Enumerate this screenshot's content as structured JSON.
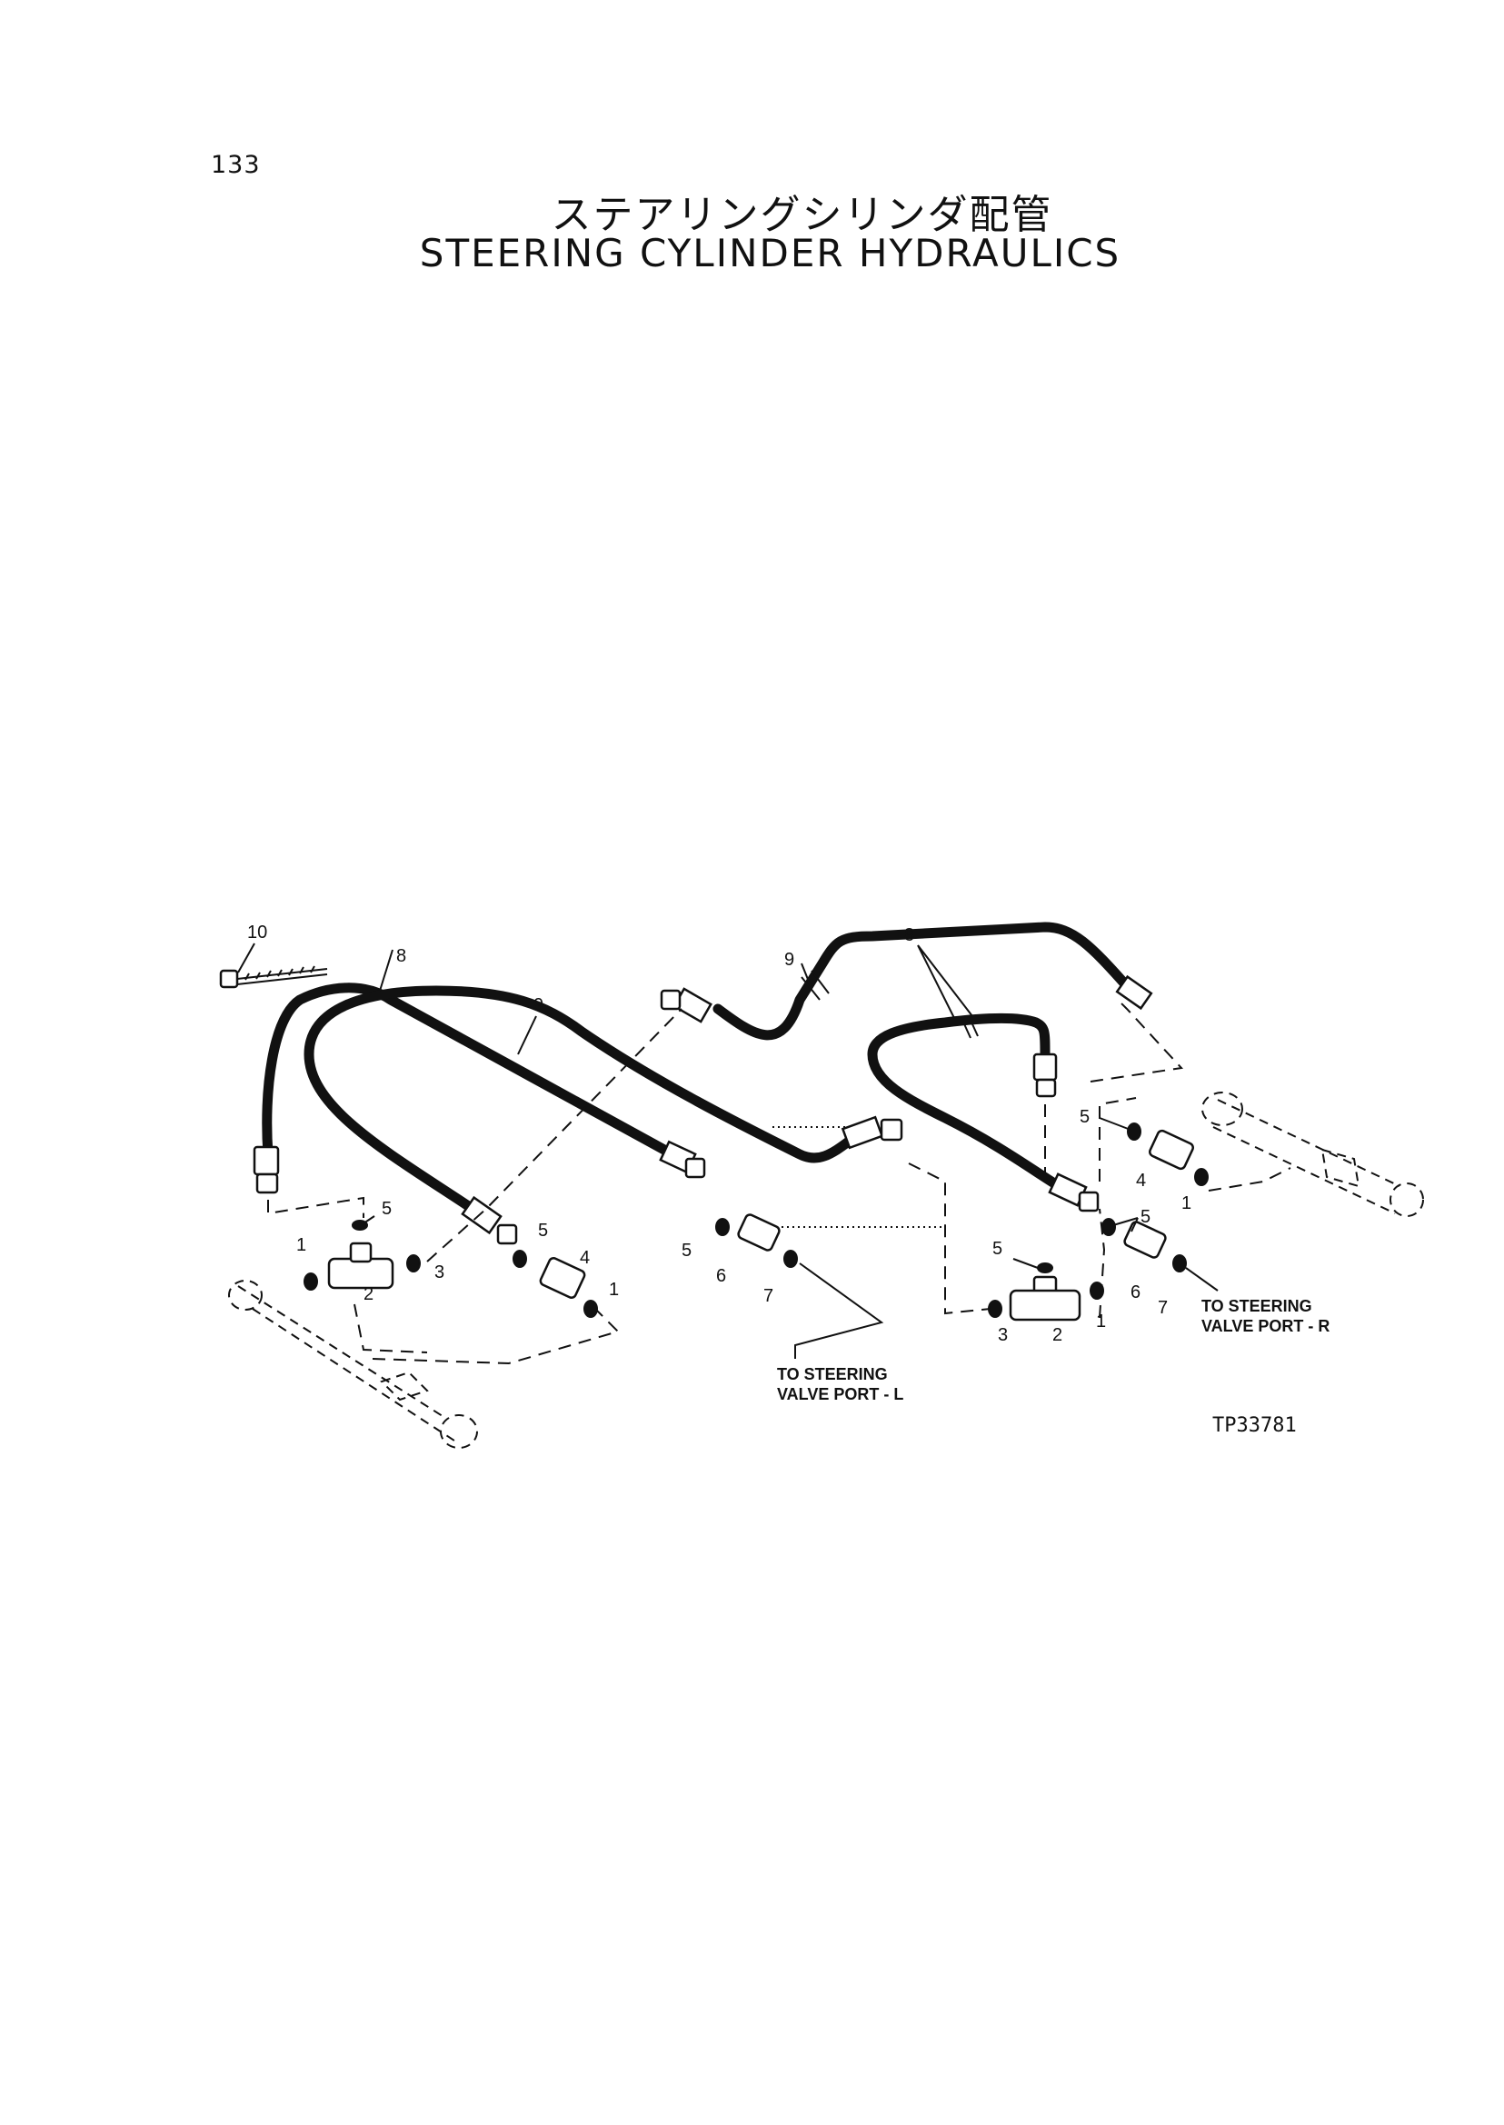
{
  "page": {
    "number": "133",
    "title_jp": "ステアリングシリンダ配管",
    "title_en": "STEERING CYLINDER HYDRAULICS"
  },
  "diagram": {
    "reference": "TP33781",
    "notes": {
      "left_line1": "TO STEERING",
      "left_line2": "VALVE PORT - L",
      "right_line1": "TO STEERING",
      "right_line2": "VALVE PORT - R"
    },
    "callouts": {
      "c10": "10",
      "c8a": "8",
      "c9a": "9",
      "c9b": "9",
      "c8b": "8",
      "c5a": "5",
      "c1a": "1",
      "c2a": "2",
      "c3a": "3",
      "c5b": "5",
      "c4a": "4",
      "c1b": "1",
      "c5c": "5",
      "c6a": "6",
      "c7a": "7",
      "c5d": "5",
      "c3b": "3",
      "c2b": "2",
      "c1c": "1",
      "c5e": "5",
      "c4b": "4",
      "c1d": "1",
      "c5f": "5",
      "c6b": "6",
      "c7b": "7"
    }
  }
}
